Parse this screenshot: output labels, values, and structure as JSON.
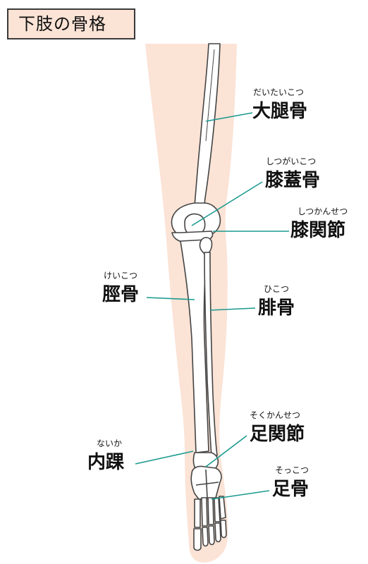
{
  "title": "下肢の骨格",
  "colors": {
    "skin": "#fbe3d6",
    "leader_line": "#1a9a8f",
    "bone_outline": "#444444",
    "bone_fill": "#ffffff"
  },
  "labels": [
    {
      "id": "femur",
      "text": "大腿骨",
      "reading": "だいたいこつ"
    },
    {
      "id": "patella",
      "text": "膝蓋骨",
      "reading": "しつがいこつ"
    },
    {
      "id": "knee-joint",
      "text": "膝関節",
      "reading": "しつかんせつ"
    },
    {
      "id": "tibia",
      "text": "脛骨",
      "reading": "けいこつ"
    },
    {
      "id": "fibula",
      "text": "腓骨",
      "reading": "ひこつ"
    },
    {
      "id": "ankle-joint",
      "text": "足関節",
      "reading": "そくかんせつ"
    },
    {
      "id": "medial-malleolus",
      "text": "内踝",
      "reading": "ないか"
    },
    {
      "id": "foot-bones",
      "text": "足骨",
      "reading": "そっこつ"
    }
  ]
}
